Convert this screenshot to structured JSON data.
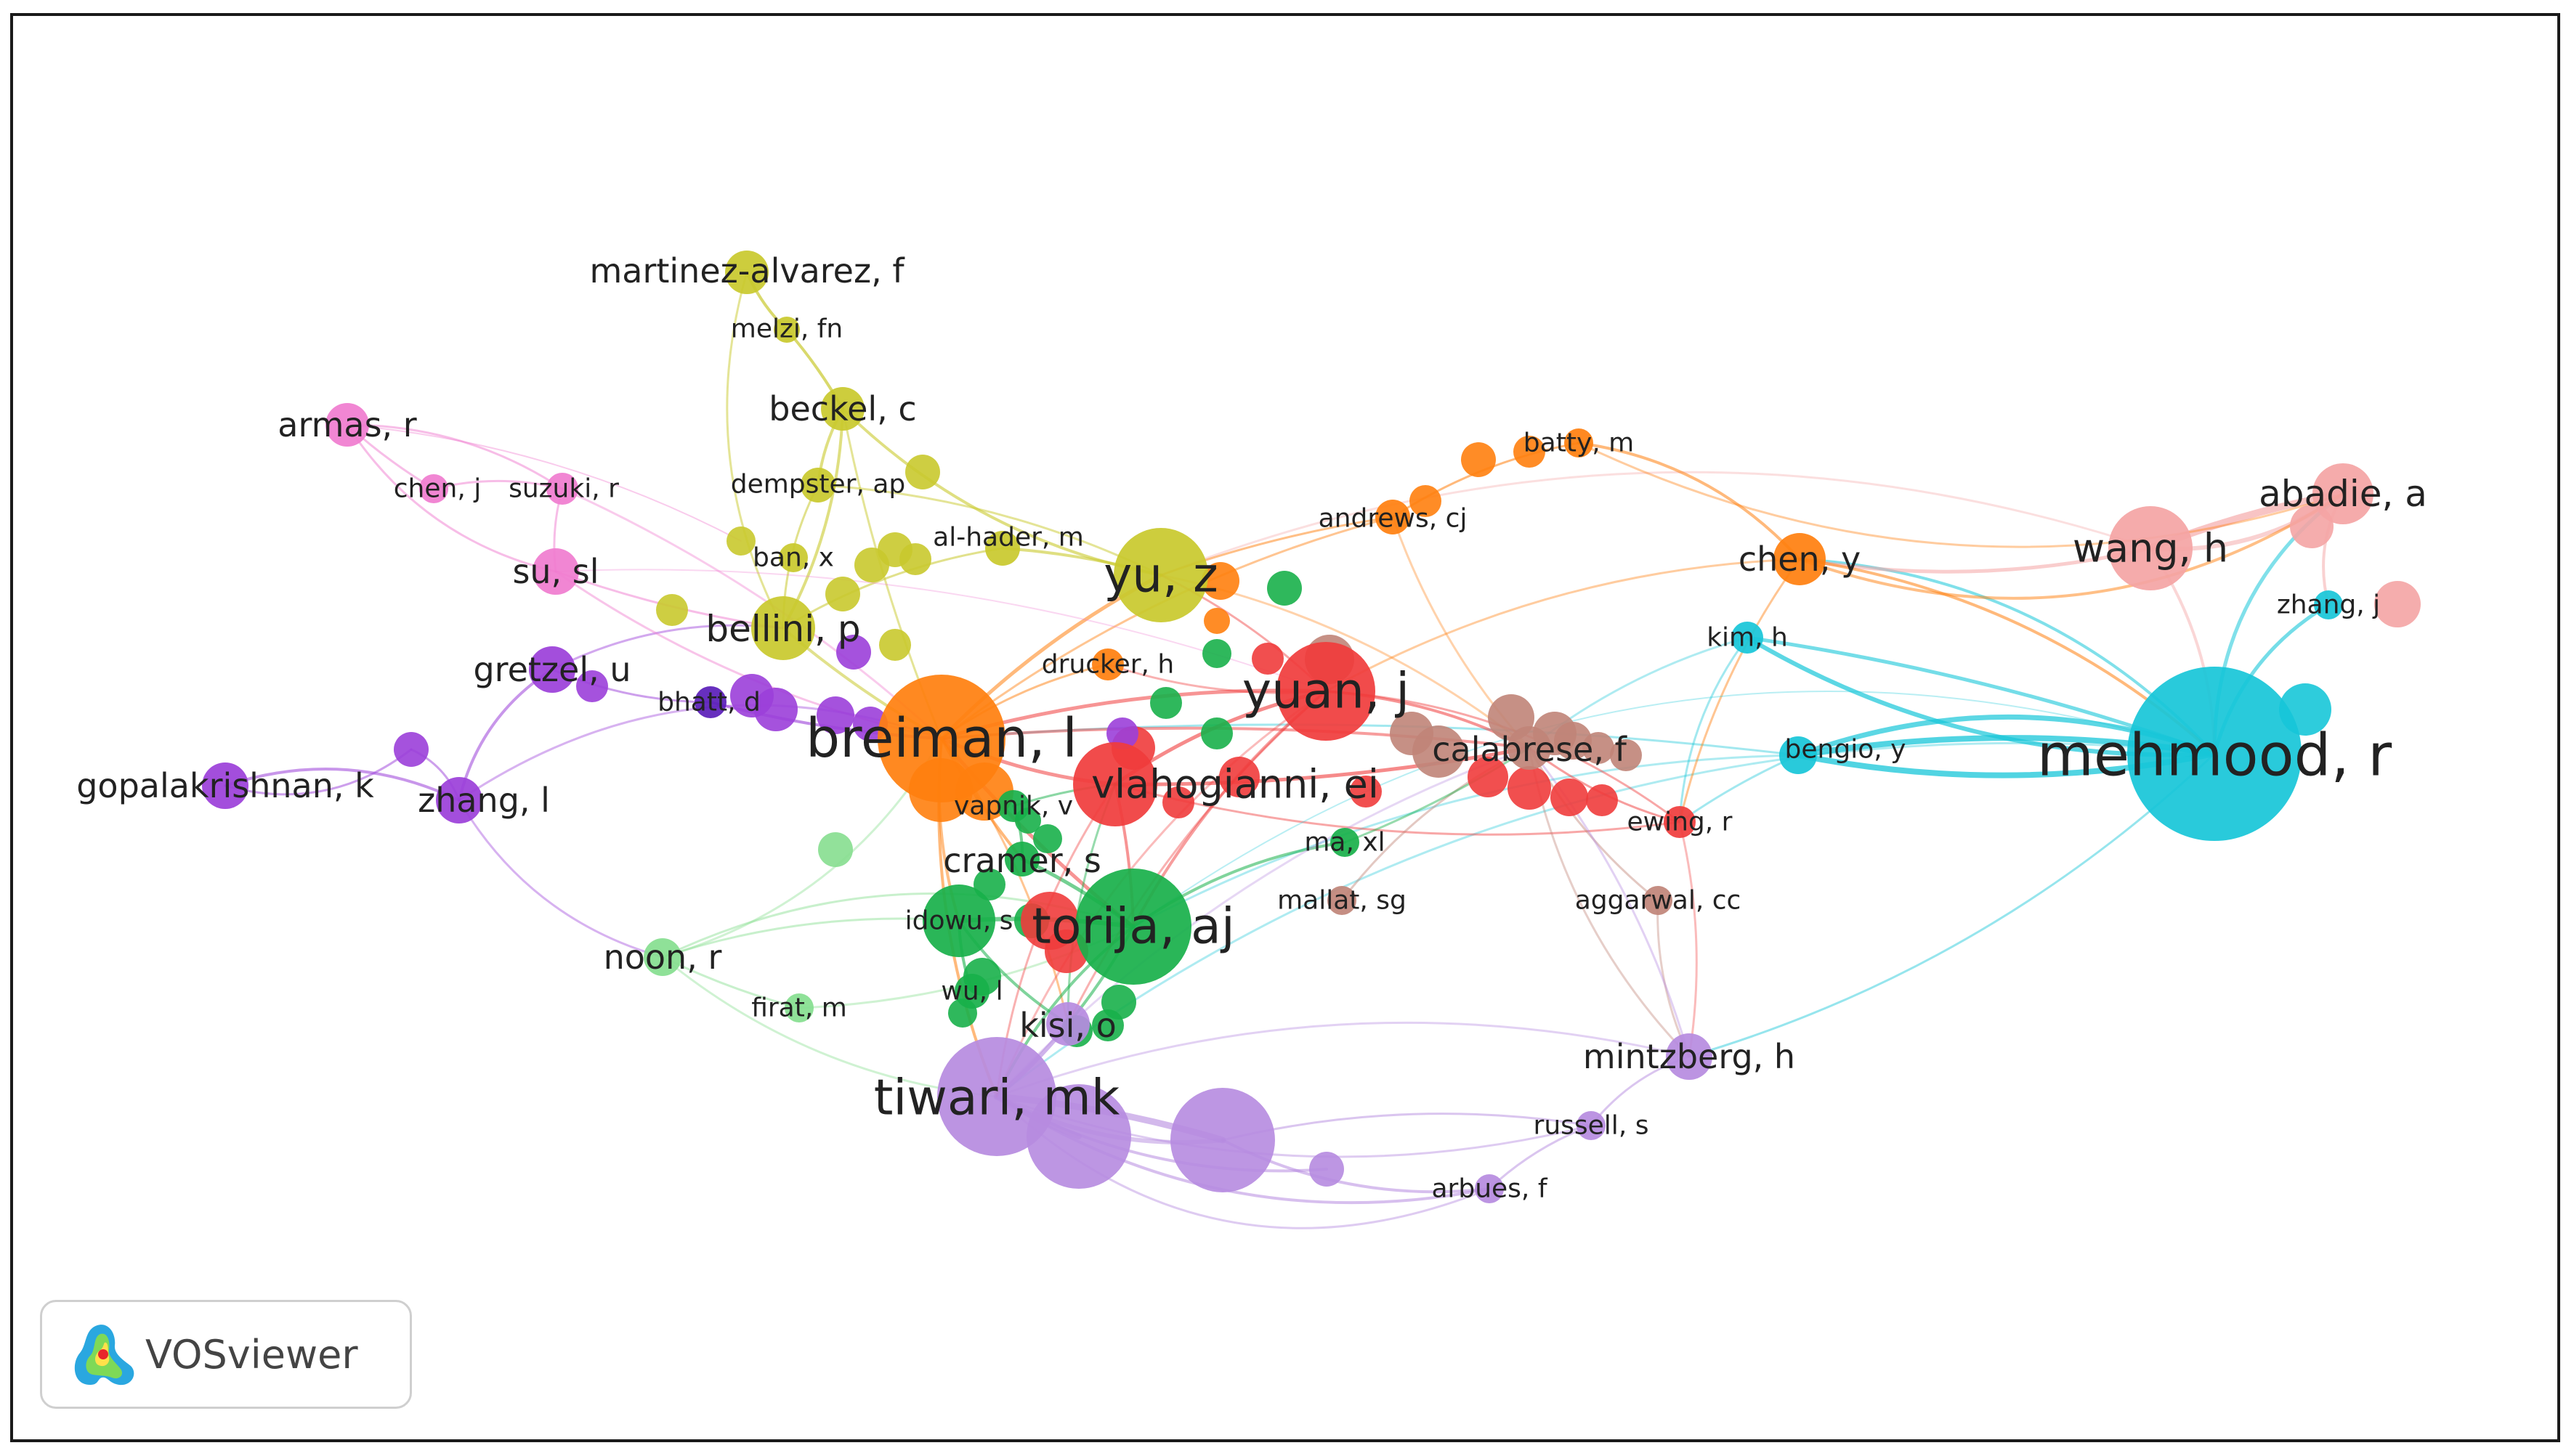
{
  "app": {
    "brand": "VOSviewer"
  },
  "colors": {
    "red": "#f03c3c",
    "green": "#18b04a",
    "yellow": "#c9c92d",
    "orange": "#ff7f0e",
    "cyan": "#17c6d8",
    "purple": "#9b3fd9",
    "violet": "#b68be0",
    "pink": "#f07ccf",
    "salmon": "#f4a4a4",
    "brown": "#c08478",
    "darkpurple": "#5a1db8",
    "lightgreen": "#86de8f"
  },
  "nodes": [
    {
      "id": "martinez",
      "label": "martinez-alvarez, f"
    },
    {
      "id": "melzi",
      "label": "melzi, fn"
    },
    {
      "id": "beckel",
      "label": "beckel, c"
    },
    {
      "id": "armas",
      "label": "armas, r"
    },
    {
      "id": "chenj",
      "label": "chen, j"
    },
    {
      "id": "suzuki",
      "label": "suzuki, r"
    },
    {
      "id": "dempster",
      "label": "dempster, ap"
    },
    {
      "id": "batty",
      "label": "batty, m"
    },
    {
      "id": "alhader",
      "label": "al-hader, m"
    },
    {
      "id": "andrews",
      "label": "andrews, cj"
    },
    {
      "id": "abadie",
      "label": "abadie, a"
    },
    {
      "id": "ban",
      "label": "ban, x"
    },
    {
      "id": "yuz",
      "label": "yu, z"
    },
    {
      "id": "chenyy",
      "label": "chen, y"
    },
    {
      "id": "wangh",
      "label": "wang, h"
    },
    {
      "id": "susl",
      "label": "su, sl"
    },
    {
      "id": "bellini",
      "label": "bellini, p"
    },
    {
      "id": "zhangj",
      "label": "zhang, j"
    },
    {
      "id": "kimh",
      "label": "kim, h"
    },
    {
      "id": "gretzel",
      "label": "gretzel, u"
    },
    {
      "id": "drucker",
      "label": "drucker, h"
    },
    {
      "id": "yuanj",
      "label": "yuan, j"
    },
    {
      "id": "bhatt",
      "label": "bhatt, d"
    },
    {
      "id": "breiman",
      "label": "breiman, l"
    },
    {
      "id": "calabrese",
      "label": "calabrese, f"
    },
    {
      "id": "bengio",
      "label": "bengio, y"
    },
    {
      "id": "mehmood",
      "label": "mehmood, r"
    },
    {
      "id": "gopal",
      "label": "gopalakrishnan, k"
    },
    {
      "id": "zhangl",
      "label": "zhang, l"
    },
    {
      "id": "vlaho",
      "label": "vlahogianni, ei"
    },
    {
      "id": "vapnik",
      "label": "vapnik, v"
    },
    {
      "id": "ewing",
      "label": "ewing, r"
    },
    {
      "id": "maxl",
      "label": "ma, xl"
    },
    {
      "id": "cramer",
      "label": "cramer, s"
    },
    {
      "id": "mallat",
      "label": "mallat, sg"
    },
    {
      "id": "aggarwal",
      "label": "aggarwal, cc"
    },
    {
      "id": "idowu",
      "label": "idowu, s"
    },
    {
      "id": "torija",
      "label": "torija, aj"
    },
    {
      "id": "noon",
      "label": "noon, r"
    },
    {
      "id": "wul",
      "label": "wu, l"
    },
    {
      "id": "firat",
      "label": "firat, m"
    },
    {
      "id": "kisi",
      "label": "kisi, o"
    },
    {
      "id": "mintzberg",
      "label": "mintzberg, h"
    },
    {
      "id": "tiwari",
      "label": "tiwari, mk"
    },
    {
      "id": "russell",
      "label": "russell, s"
    },
    {
      "id": "arbues",
      "label": "arbues, f"
    }
  ]
}
